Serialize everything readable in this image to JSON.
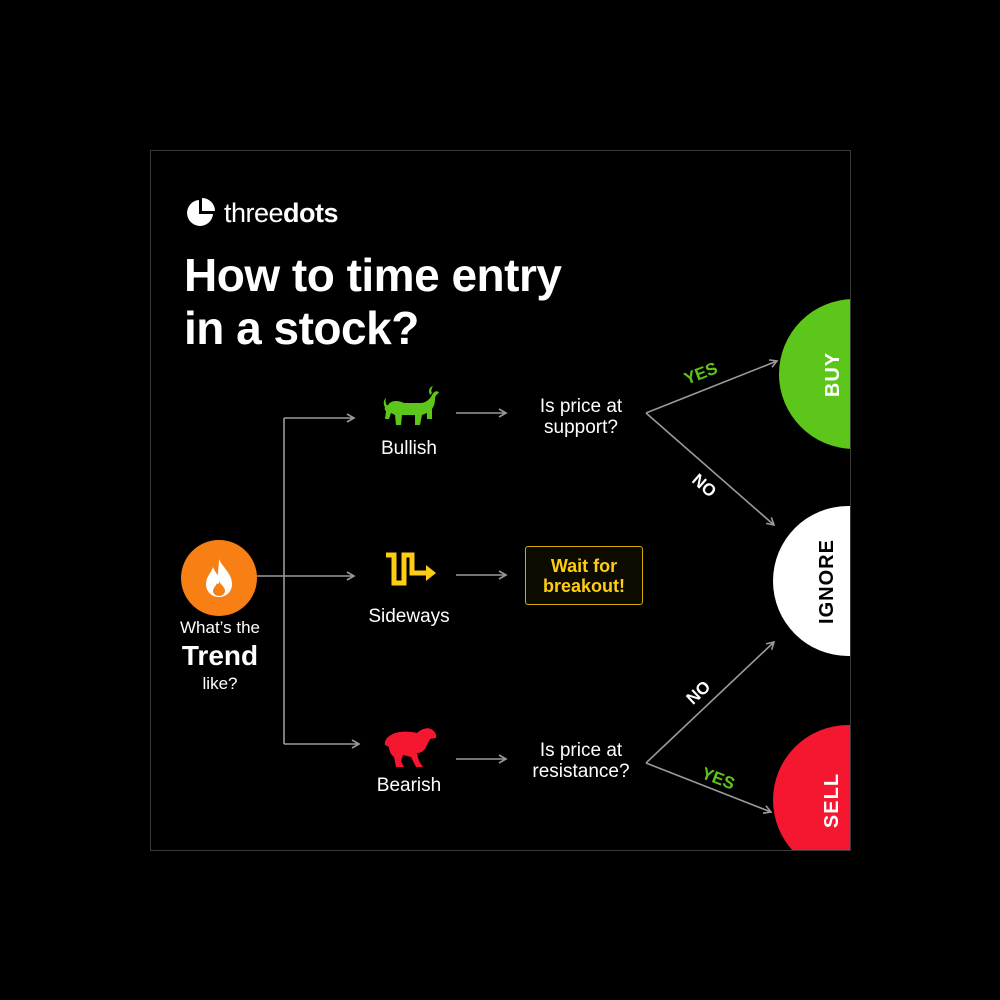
{
  "brand": {
    "logo_light": "three",
    "logo_bold": "dots"
  },
  "title": {
    "line1": "How to time entry",
    "line2": "in a stock?"
  },
  "trend": {
    "pre": "What’s the",
    "word": "Trend",
    "post": "like?"
  },
  "branches": {
    "bullish": {
      "label": "Bullish",
      "question": [
        "Is price at",
        "support?"
      ]
    },
    "sideways": {
      "label": "Sideways",
      "action": [
        "Wait for",
        "breakout!"
      ]
    },
    "bearish": {
      "label": "Bearish",
      "question": [
        "Is price at",
        "resistance?"
      ]
    }
  },
  "edges": {
    "bull_yes": "YES",
    "bull_no": "NO",
    "bear_no": "NO",
    "bear_yes": "YES"
  },
  "outcomes": {
    "buy": "BUY",
    "ignore": "IGNORE",
    "sell": "SELL"
  },
  "colors": {
    "green": "#5dc61a",
    "yellow": "#ffcc14",
    "red": "#f5162f",
    "orange": "#f77f13",
    "white": "#ffffff",
    "arrow": "#9a9a9a"
  },
  "icons": {
    "logo": "pie-logo-icon",
    "trend": "flame-icon",
    "bullish": "bull-icon",
    "sideways": "zigzag-arrow-icon",
    "bearish": "bear-icon"
  }
}
